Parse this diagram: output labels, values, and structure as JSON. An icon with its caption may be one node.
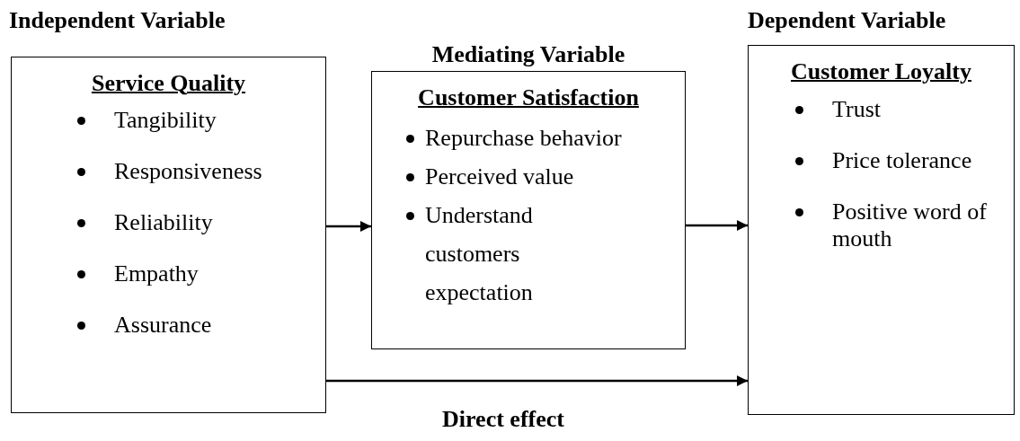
{
  "diagram": {
    "nodes": [
      {
        "text": [
          "Independent Variable",
          "Service Quality",
          "Tangibility",
          "Responsiveness",
          "Reliability",
          "Empathy",
          "Assurance"
        ]
      },
      {
        "text": [
          "Mediating Variable",
          "Customer Satisfaction",
          "Repurchase behavior",
          "Perceived value",
          "Understand customers expectation"
        ]
      },
      {
        "text": [
          "Dependent Variable",
          "Customer Loyalty",
          "Trust",
          "Price tolerance",
          "Positive word of mouth"
        ]
      }
    ],
    "edges": [
      {
        "from": 0,
        "to": 1,
        "arrow": "to"
      },
      {
        "from": 1,
        "to": 2,
        "arrow": "to"
      },
      {
        "from": 0,
        "to": 2,
        "arrow": "to",
        "label": "Direct effect"
      }
    ]
  }
}
